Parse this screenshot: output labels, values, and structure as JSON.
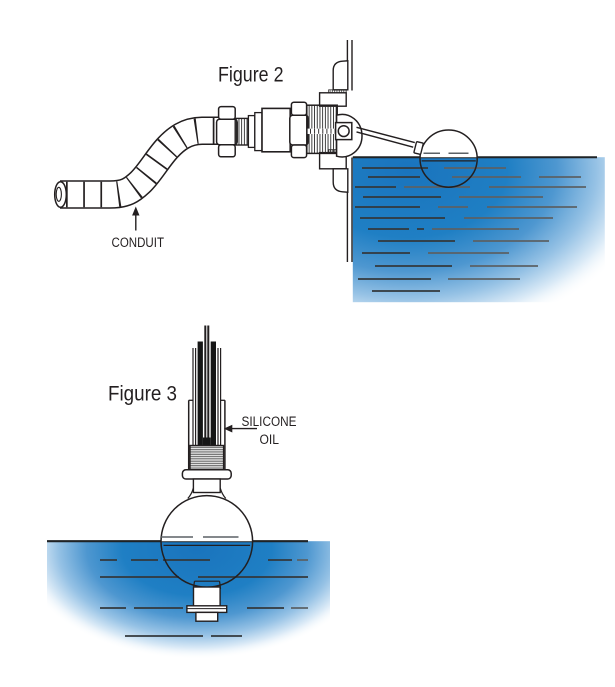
{
  "page": {
    "background": "#ffffff"
  },
  "figure2": {
    "title": "Figure 2",
    "labels": {
      "conduit": "CONDUIT"
    }
  },
  "figure3": {
    "title": "Figure 3",
    "labels": {
      "silicone_oil_line1": "SILICONE",
      "silicone_oil_line2": "OIL"
    }
  },
  "colors": {
    "water_blue_deep": "#1b75bc",
    "water_blue_fade": "#ffffff",
    "outline": "#231f20",
    "thread_gray": "#e8e8e8",
    "water_dash_dark": "#33383c",
    "water_dash_light": "#5b6166"
  }
}
